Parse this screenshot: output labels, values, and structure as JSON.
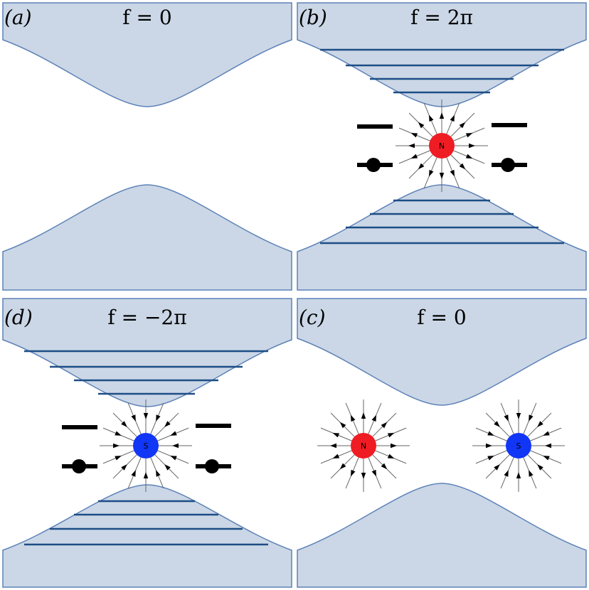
{
  "panels": [
    {
      "id": "a",
      "label": "(a)",
      "f_label": "f = 0",
      "levels": false,
      "monopoles": []
    },
    {
      "id": "b",
      "label": "(b)",
      "f_label": "f = 2π",
      "levels": true,
      "monopoles": [
        {
          "letter": "N",
          "type": "source",
          "color": "#ef1c24"
        }
      ]
    },
    {
      "id": "d",
      "label": "(d)",
      "f_label": "f = −2π",
      "levels": true,
      "monopoles": [
        {
          "letter": "S",
          "type": "sink",
          "color": "#1236f5"
        }
      ]
    },
    {
      "id": "c",
      "label": "(c)",
      "f_label": "f = 0",
      "levels": false,
      "monopoles": [
        {
          "letter": "N",
          "type": "source",
          "color": "#ef1c24"
        },
        {
          "letter": "S",
          "type": "sink",
          "color": "#1236f5"
        }
      ]
    }
  ]
}
